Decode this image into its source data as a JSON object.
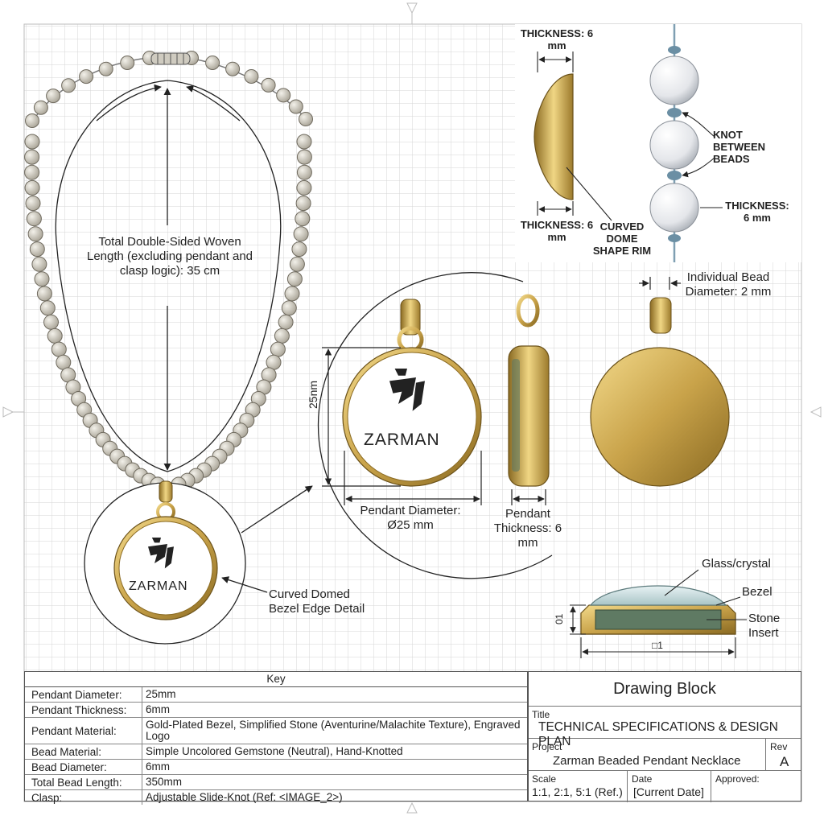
{
  "labels": {
    "total_length": "Total Double-Sided Woven Length (excluding pendant and clasp logic): 35 cm",
    "curved_bezel": "Curved Domed Bezel Edge Detail",
    "pendant_diameter": "Pendant Diameter: Ø25 mm",
    "dim_25": "25nm",
    "pendant_thickness": "Pendant Thickness: 6 mm",
    "thickness_top": "THICKNESS: 6 mm",
    "thickness_bottom": "THICKNESS: 6 mm",
    "curved_dome": "CURVED DOME SHAPE RIM",
    "knot_between": "KNOT BETWEEN BEADS",
    "bead_thickness": "THICKNESS: 6 mm",
    "individual_bead": "Individual Bead Diameter: 2 mm",
    "glass": "Glass/crystal",
    "bezel": "Bezel",
    "stone_insert": "Stone Insert",
    "dim_cs_vertical": "01",
    "dim_cs_horizontal": "□1",
    "logo_text": "ZARMAN"
  },
  "key": {
    "title": "Key",
    "rows": [
      {
        "label": "Pendant Diameter:",
        "value": "25mm"
      },
      {
        "label": "Pendant Thickness:",
        "value": "6mm"
      },
      {
        "label": "Pendant Material:",
        "value": "Gold-Plated Bezel, Simplified Stone (Aventurine/Malachite Texture), Engraved Logo"
      },
      {
        "label": "Bead Material:",
        "value": "Simple Uncolored Gemstone (Neutral), Hand-Knotted"
      },
      {
        "label": "Bead Diameter:",
        "value": "6mm"
      },
      {
        "label": "Total Bead Length:",
        "value": "350mm"
      },
      {
        "label": "Clasp:",
        "value": "Adjustable Slide-Knot (Ref: <IMAGE_2>)"
      }
    ]
  },
  "title_block": {
    "heading": "Drawing Block",
    "title_label": "Title",
    "title_value": "TECHNICAL SPECIFICATIONS & DESIGN PLAN",
    "project_label": "Project",
    "project_value": "Zarman Beaded Pendant Necklace",
    "rev_label": "Rev",
    "rev_value": "A",
    "scale_label": "Scale",
    "scale_value": "1:1, 2:1, 5:1 (Ref.)",
    "date_label": "Date",
    "date_value": "[Current Date]",
    "approved_label": "Approved:"
  },
  "colors": {
    "gold": "#c9a34a",
    "bead": "#cfcbc0",
    "stone": "#5f7a63",
    "grid": "#d8d8d8"
  }
}
